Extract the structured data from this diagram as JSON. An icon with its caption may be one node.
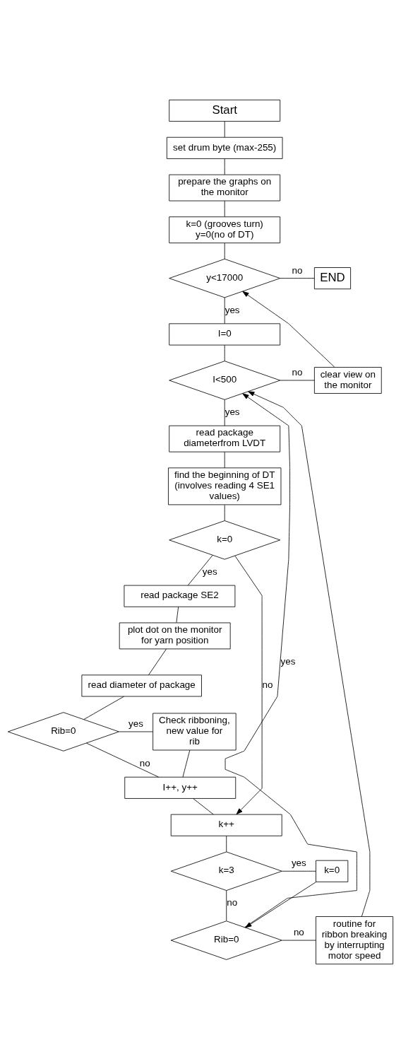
{
  "diagram": {
    "nodes": [
      {
        "text": [
          "Start"
        ]
      },
      {
        "text": [
          "set drum byte (max-255)"
        ]
      },
      {
        "text": [
          "prepare the graphs on the monitor"
        ]
      },
      {
        "text": [
          "k=0 (grooves turn) y=0(no of DT)"
        ]
      },
      {
        "text": [
          "y<17000"
        ]
      },
      {
        "text": [
          "END"
        ]
      },
      {
        "text": [
          "I=0"
        ]
      },
      {
        "text": [
          "I<500"
        ]
      },
      {
        "text": [
          "clear view on the monitor"
        ]
      },
      {
        "text": [
          "read package diameterfrom LVDT"
        ]
      },
      {
        "text": [
          "find the beginning of DT (involves reading 4 SE1 values)"
        ]
      },
      {
        "text": [
          "k=0"
        ]
      },
      {
        "text": [
          "read package SE2"
        ]
      },
      {
        "text": [
          "plot dot on the monitor for yarn position"
        ]
      },
      {
        "text": [
          "read diameter of package"
        ]
      },
      {
        "text": [
          "Rib=0"
        ]
      },
      {
        "text": [
          "Check ribboning, new value for rib"
        ]
      },
      {
        "text": [
          "I++, y++"
        ]
      },
      {
        "text": [
          "k++"
        ]
      },
      {
        "text": [
          "k=3"
        ]
      },
      {
        "text": [
          "k=0"
        ]
      },
      {
        "text": [
          "Rib=0"
        ]
      },
      {
        "text": [
          "routine for ribbon breaking by interrupting motor speed"
        ]
      }
    ],
    "edges": [
      {
        "from": 0,
        "to": 1,
        "arrow": "none"
      },
      {
        "from": 1,
        "to": 2,
        "arrow": "none"
      },
      {
        "from": 2,
        "to": 3,
        "arrow": "none"
      },
      {
        "from": 3,
        "to": 4,
        "arrow": "none"
      },
      {
        "from": 4,
        "to": 5,
        "arrow": "none",
        "label": "no"
      },
      {
        "from": 4,
        "to": 6,
        "arrow": "none",
        "label": "yes"
      },
      {
        "from": 6,
        "to": 7,
        "arrow": "none"
      },
      {
        "from": 7,
        "to": 8,
        "arrow": "none",
        "label": "no"
      },
      {
        "from": 8,
        "to": 4,
        "arrow": "to"
      },
      {
        "from": 7,
        "to": 9,
        "arrow": "none",
        "label": "yes"
      },
      {
        "from": 9,
        "to": 10,
        "arrow": "none"
      },
      {
        "from": 10,
        "to": 11,
        "arrow": "none"
      },
      {
        "from": 11,
        "to": 12,
        "arrow": "none",
        "label": "yes"
      },
      {
        "from": 11,
        "to": 18,
        "arrow": "to",
        "label": "no"
      },
      {
        "from": 12,
        "to": 13,
        "arrow": "none"
      },
      {
        "from": 13,
        "to": 14,
        "arrow": "none"
      },
      {
        "from": 14,
        "to": 15,
        "arrow": "none"
      },
      {
        "from": 15,
        "to": 16,
        "arrow": "none",
        "label": "yes"
      },
      {
        "from": 15,
        "to": 17,
        "arrow": "none",
        "label": "no"
      },
      {
        "from": 16,
        "to": 17,
        "arrow": "none"
      },
      {
        "from": 17,
        "to": 18,
        "arrow": "none"
      },
      {
        "from": 18,
        "to": 19,
        "arrow": "none"
      },
      {
        "from": 19,
        "to": 20,
        "arrow": "none",
        "label": "yes"
      },
      {
        "from": 19,
        "to": 21,
        "arrow": "none",
        "label": "no"
      },
      {
        "from": 20,
        "to": 21,
        "arrow": "to"
      },
      {
        "from": 21,
        "to": 22,
        "arrow": "none",
        "label": "no"
      },
      {
        "from": 21,
        "to": 7,
        "arrow": "to",
        "label": "yes"
      },
      {
        "from": 22,
        "to": 7,
        "arrow": "to"
      }
    ]
  }
}
